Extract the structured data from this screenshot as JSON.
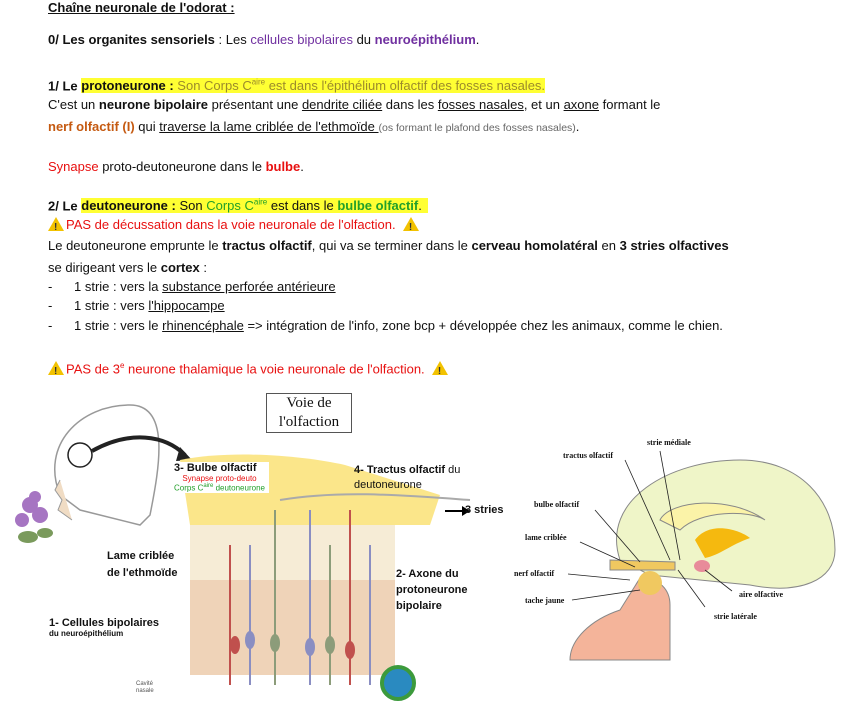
{
  "title": "Chaîne neuronale de l'odorat :",
  "section0": {
    "lead": "0/ Les organites sensoriels",
    "sep": " : Les ",
    "cells": "cellules bipolaires",
    "du": " du ",
    "neuro": "neuroépithélium",
    "end": "."
  },
  "section1": {
    "lead": "1/ Le ",
    "name": "protoneurone :",
    "corps": " Son Corps C",
    "sup": "aire",
    "rest": " est dans l'épithélium olfactif des fosses nasales.",
    "l2": [
      "C'est un ",
      "neurone bipolaire",
      " présentant une ",
      "dendrite ciliée",
      " dans les ",
      "fosses nasales",
      ", et un ",
      "axone",
      " formant le"
    ],
    "l3": [
      "nerf olfactif (I)",
      " qui ",
      "traverse la lame criblée de l'ethmoïde ",
      "(os formant le plafond des fosses nasales)",
      "."
    ]
  },
  "synapse": [
    "Synapse",
    " proto-deutoneurone dans le ",
    "bulbe",
    "."
  ],
  "section2": {
    "lead": "2/ Le ",
    "name": "deutoneurone :",
    "son": " Son ",
    "corps": "Corps C",
    "sup": "aire",
    "mid": " est dans le ",
    "bulbe": "bulbe olfactif",
    "end": ".",
    "warning": "PAS de décussation dans la voie neuronale de l'olfaction.",
    "l3": [
      "Le deutoneurone emprunte le ",
      "tractus olfactif",
      ", qui va se terminer dans le ",
      "cerveau homolatéral",
      " en ",
      "3 stries olfactives"
    ],
    "l4": [
      "se dirigeant vers le ",
      "cortex",
      " :"
    ],
    "list": [
      {
        "dash": "-",
        "pre": "1 strie : vers la ",
        "u": "substance perforée antérieure",
        "post": ""
      },
      {
        "dash": "-",
        "pre": "1 strie : vers ",
        "u": "l'hippocampe",
        "post": ""
      },
      {
        "dash": "-",
        "pre": "1 strie : vers le ",
        "u": "rhinencéphale",
        "post": " => intégration de l'info, zone bcp + développée chez les animaux, comme le chien."
      }
    ]
  },
  "warning2": {
    "pre": "PAS de 3",
    "sup": "e",
    "post": " neurone thalamique la voie neuronale de l'olfaction."
  },
  "figure1": {
    "title1": "Voie de",
    "title2": "l'olfaction",
    "l3": "3- Bulbe olfactif",
    "l3a": "Synapse proto-deuto",
    "l3b": "Corps C",
    "l3b_sup": "aire",
    "l3c": " deutoneurone",
    "l4a": "4- Tractus olfactif",
    "l4b": " du",
    "l4c": "deutoneurone",
    "stries": "3 stries",
    "lame1": "Lame criblée",
    "lame2": "de l'ethmoïde",
    "ax1": "2- Axone du",
    "ax2": "protoneurone",
    "ax3": "bipolaire",
    "c1": "1- Cellules bipolaires",
    "c2": "du neuroépithélium",
    "cav1": "Cavité",
    "cav2": "nasale"
  },
  "figure2": {
    "labels": [
      "strie médiale",
      "tractus olfactif",
      "bulbe olfactif",
      "lame criblée",
      "nerf olfactif",
      "tache jaune",
      "aire olfactive",
      "strie latérale"
    ]
  }
}
